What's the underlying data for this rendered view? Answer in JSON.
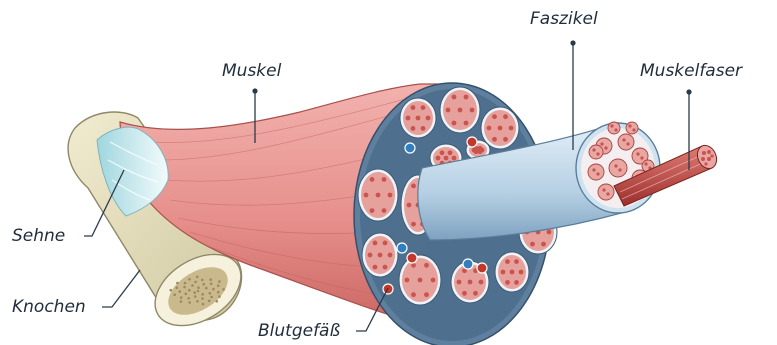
{
  "labels": {
    "muscle": "Muskel",
    "fascicle": "Faszikel",
    "muscle_fiber": "Muskelfaser",
    "tendon": "Sehne",
    "bone": "Knochen",
    "blood_vessel": "Blutgefäß"
  },
  "colors": {
    "label_text": "#1f2d3d",
    "leader_line": "#2a3a4a",
    "muscle": "#e8928f",
    "muscle_dark": "#c9625f",
    "fascicle_sheath": "#bcd6e8",
    "epimysium": "#5f7f9f",
    "tendon": "#d8eef2",
    "bone": "#e8e2bf",
    "artery": "#c0392b",
    "vein": "#2f7fc1"
  }
}
